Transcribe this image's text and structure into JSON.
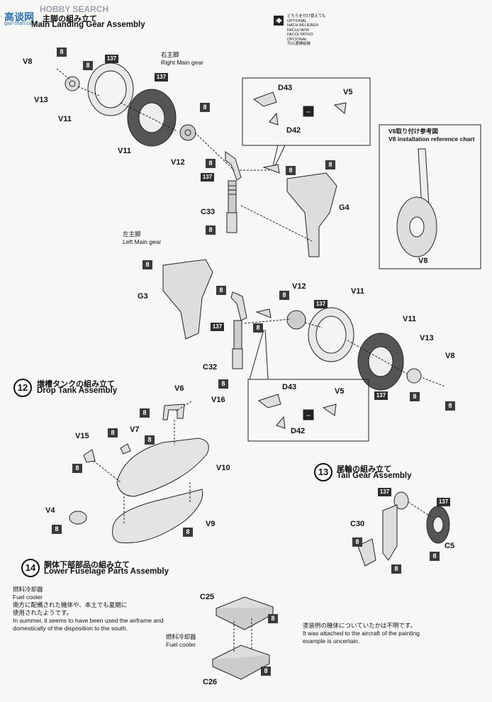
{
  "watermark": {
    "brand": "HOBBY SEARCH",
    "site_line1": "高谈网",
    "site_line2": "gao-shan.com"
  },
  "legend": {
    "lines": [
      "どちらを付け替えても",
      "OPTIONAL",
      "NACH BELIEBEN",
      "FACULTATIF",
      "FACOLTATIVO",
      "OPCIONAL",
      "可以選擇組裝"
    ]
  },
  "step11": {
    "title_jp": "主脚の組み立て",
    "title_en": "Main Landing Gear Assembly",
    "right_gear_jp": "右主脚",
    "right_gear_en": "Right Main gear",
    "left_gear_jp": "左主脚",
    "left_gear_en": "Left Main gear"
  },
  "ref_chart": {
    "title_jp": "V8取り付け参考図",
    "title_en": "V8 installation reference chart",
    "part": "V8"
  },
  "step12": {
    "number": "12",
    "title_jp": "増槽タンクの組み立て",
    "title_en": "Drop Tank Assembly"
  },
  "step13": {
    "number": "13",
    "title_jp": "尾輪の組み立て",
    "title_en": "Tail Gear Assembly"
  },
  "step14": {
    "number": "14",
    "title_jp": "胴体下部部品の組み立て",
    "title_en": "Lower Fuselage Parts Assembly",
    "note_jp_1": "燃料冷却器",
    "note_en_1": "Fuel cooler",
    "note_jp_2": "南方に配備された機体や、本土でも夏期に",
    "note_jp_3": "使用されたようです。",
    "note_en_2": "In summer, it seems to have been used the airframe and",
    "note_en_3": "domestically of the disposition to the south.",
    "cooler_jp": "燃料冷却器",
    "cooler_en": "Fuel cooler",
    "right_jp": "塗装例の機体についていたかは不明です。",
    "right_en_1": "It was attached to the aircraft of the painting",
    "right_en_2": "example is uncertain."
  },
  "parts": {
    "V8": "V8",
    "V13": "V13",
    "V11": "V11",
    "V12": "V12",
    "D43": "D43",
    "D42": "D42",
    "V5": "V5",
    "G4": "G4",
    "G3": "G3",
    "C33": "C33",
    "C32": "C32",
    "V6": "V6",
    "V16": "V16",
    "V15": "V15",
    "V7": "V7",
    "V10": "V10",
    "V4": "V4",
    "V9": "V9",
    "C30": "C30",
    "C5": "C5",
    "C25": "C25",
    "C26": "C26"
  },
  "color_codes": {
    "c8": "8",
    "c137": "137"
  }
}
